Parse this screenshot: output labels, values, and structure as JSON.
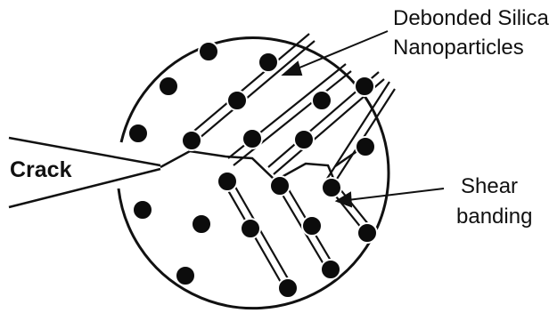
{
  "labels": {
    "debonded_line1": "Debonded Silica",
    "debonded_line2": "Nanoparticles",
    "crack": "Crack",
    "shear_line1": "Shear",
    "shear_line2": "banding"
  },
  "colors": {
    "ink": "#111111",
    "background": "#ffffff"
  }
}
